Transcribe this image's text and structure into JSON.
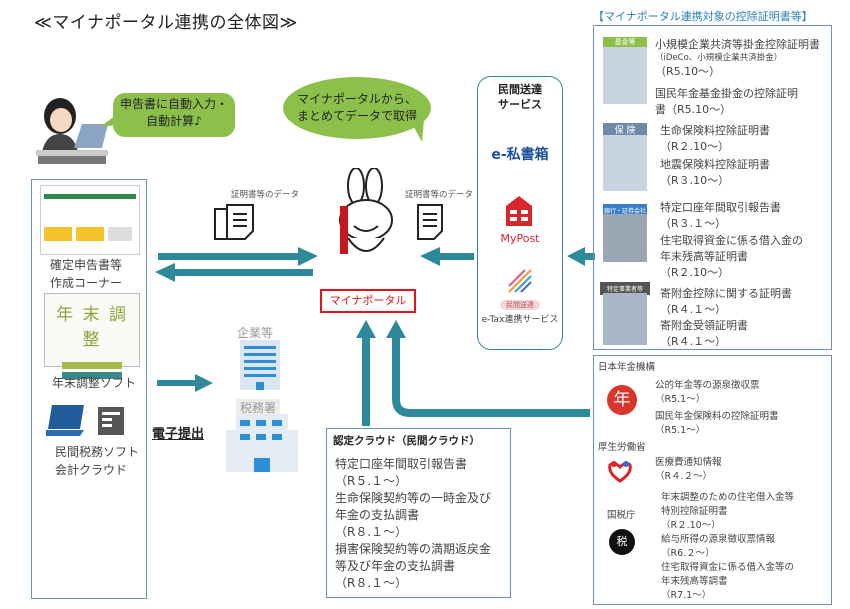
{
  "title": "≪マイナポータル連携の全体図≫",
  "right_title": "【マイナポータル連携対象の控除証明書等】",
  "bubbles": {
    "user": [
      "申告書に自動入力・",
      "自動計算♪"
    ],
    "portal": [
      "マイナポータルから、",
      "まとめてデータで取得"
    ]
  },
  "data_label_left": "証明書等のデータ",
  "data_label_right": "証明書等のデータ",
  "portal_label": "マイナポータル",
  "left_box": {
    "items": [
      {
        "icon": "e-tax-screen",
        "label": [
          "確定申告書等",
          "作成コーナー"
        ]
      },
      {
        "icon": "nencho-app",
        "banner_title": "年 末 調 整",
        "label": [
          "年末調整ソフト"
        ]
      },
      {
        "icon": "laptop-icon",
        "label": [
          "民間税務ソフト",
          "会計クラウド"
        ]
      }
    ]
  },
  "submission": {
    "label": "電子提出",
    "targets": [
      "企業等",
      "税務署"
    ]
  },
  "delivery_service": {
    "title": [
      "民間送達",
      "サービス"
    ],
    "services": [
      {
        "name": "e-私書箱",
        "color": "#1e4fa0"
      },
      {
        "name": "MyPost",
        "color": "#d9262b"
      },
      {
        "badge": "民間送達",
        "name": "e-Tax連携サービス"
      }
    ]
  },
  "private_certs": [
    {
      "sign": "基金等",
      "sign_color": "#8dc04a",
      "items": [
        {
          "text": [
            "小規模企業共済等掛金控除証明書"
          ],
          "note": "（iDeCo、小規模企業共済掛金）",
          "date": "（R5.10～）"
        },
        {
          "text": [
            "国民年金基金掛金の控除証明",
            "書（R5.10～）"
          ]
        }
      ]
    },
    {
      "sign": "保 険",
      "sign_color": "#6f89a8",
      "items": [
        {
          "text": [
            "生命保険料控除証明書"
          ],
          "date": "（R２.10～）"
        },
        {
          "text": [
            "地震保険料控除証明書"
          ],
          "date": "（R３.10～）"
        }
      ]
    },
    {
      "sign": "銀行・証券会社",
      "sign_color": "#3a7ec9",
      "items": [
        {
          "text": [
            "特定口座年間取引報告書"
          ],
          "date": "（R３.１～）"
        },
        {
          "text": [
            "住宅取得資金に係る借入金の",
            "年末残高等証明書"
          ],
          "date": "（R２.10～）"
        }
      ]
    },
    {
      "sign": "特定事業者等",
      "sign_color": "#555555",
      "items": [
        {
          "text": [
            "寄附金控除に関する証明書"
          ],
          "date": "（R４.１～）"
        },
        {
          "text": [
            "寄附金受領証明書"
          ],
          "date": "（R４.１～）"
        }
      ]
    }
  ],
  "public_certs": [
    {
      "org": "日本年金機構",
      "items": [
        {
          "text": "公的年金等の源泉徴収票",
          "date": "（R5.1～）"
        },
        {
          "text": "国民年金保険料の控除証明書",
          "date": "（R5.1～）"
        }
      ]
    },
    {
      "org": "厚生労働省",
      "items": [
        {
          "text": "医療費通知情報",
          "date": "（R４.２～）"
        }
      ]
    },
    {
      "org": "国税庁",
      "items": [
        {
          "text": "年末調整のための住宅借入金等",
          "text2": "特別控除証明書",
          "date": "（R２.10～）"
        },
        {
          "text": "給与所得の源泉徴収票情報",
          "date": "（R6.２～）"
        },
        {
          "text": "住宅取得資金に係る借入金等の",
          "text2": "年末残高等調書",
          "date": "（R7.1～）"
        }
      ]
    }
  ],
  "cloud": {
    "title": "認定クラウド（民間クラウド）",
    "lines": [
      "特定口座年間取引報告書",
      "（R５.１～）",
      "生命保険契約等の一時金及び",
      "年金の支払調書",
      "（R８.１～）",
      "損害保険契約等の満期返戻金",
      "等及び年金の支払調書",
      "（R８.１～）"
    ]
  },
  "colors": {
    "arrow": "#2e8a9a",
    "bubble": "#8dc04a",
    "portal_red": "#e3141c",
    "box_border": "#6d8fc7"
  }
}
